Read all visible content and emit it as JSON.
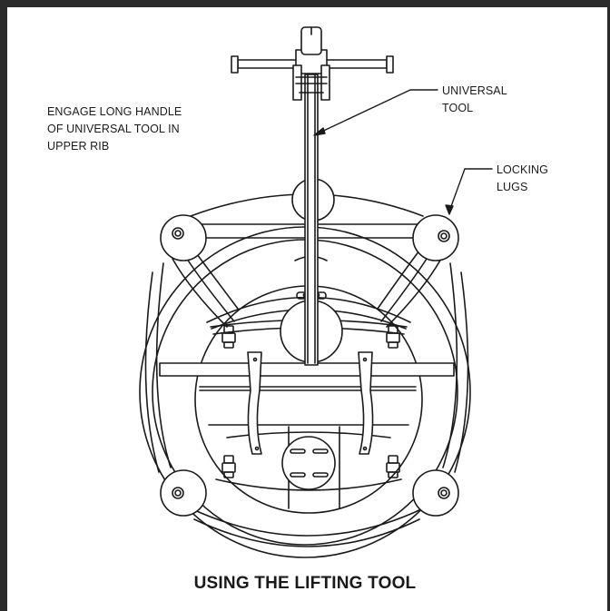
{
  "callouts": {
    "engage_handle": [
      "ENGAGE LONG HANDLE",
      "OF UNIVERSAL TOOL IN",
      "UPPER RIB"
    ],
    "universal_tool": [
      "UNIVERSAL",
      "TOOL"
    ],
    "locking_lugs": [
      "LOCKING",
      "LUGS"
    ]
  },
  "caption": "USING THE LIFTING TOOL",
  "colors": {
    "line": "#1a1a1a",
    "frame": "#2b2b2b",
    "background": "#ffffff"
  }
}
